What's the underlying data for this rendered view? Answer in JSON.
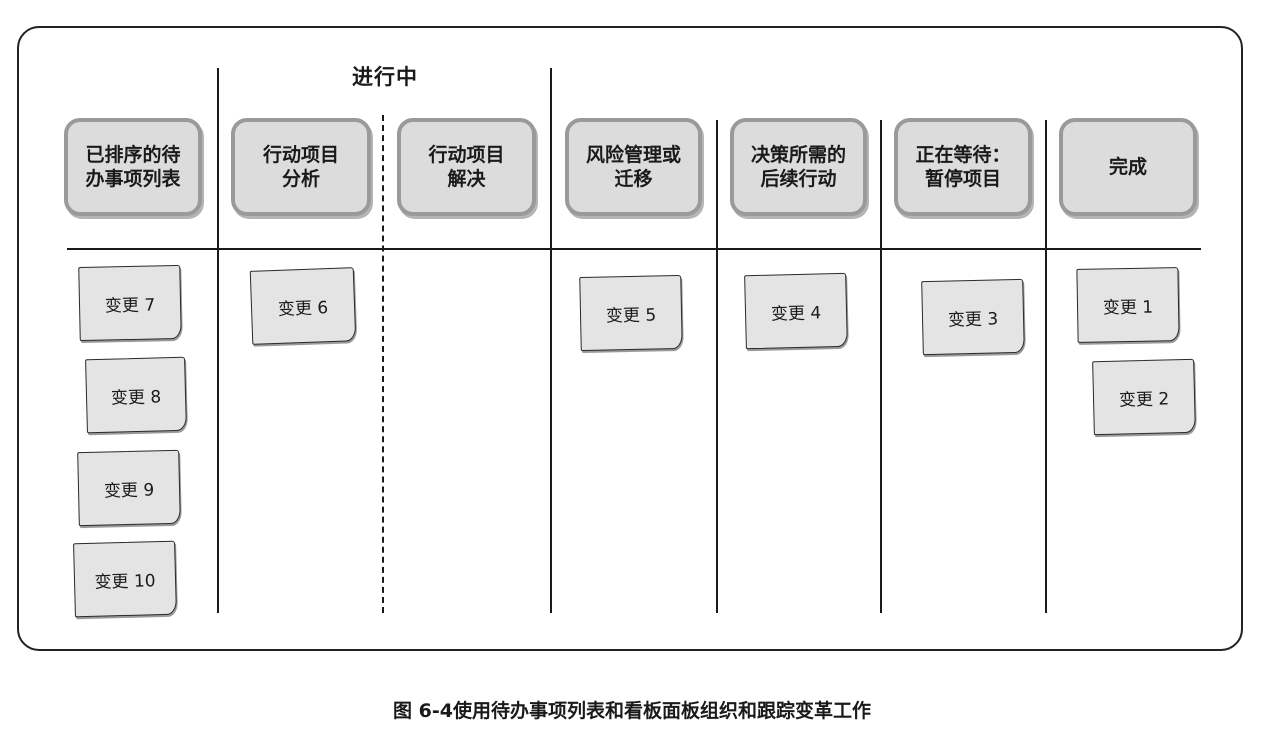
{
  "group_label": "进行中",
  "columns": [
    {
      "label": "已排序的待\n办事项列表"
    },
    {
      "label": "行动项目\n分析"
    },
    {
      "label": "行动项目\n解决"
    },
    {
      "label": "风险管理或\n迁移"
    },
    {
      "label": "决策所需的\n后续行动"
    },
    {
      "label": "正在等待：\n暂停项目"
    },
    {
      "label": "完成"
    }
  ],
  "cards": [
    {
      "label": "变更 7"
    },
    {
      "label": "变更 8"
    },
    {
      "label": "变更 9"
    },
    {
      "label": "变更 10"
    },
    {
      "label": "变更 6"
    },
    {
      "label": "变更 5"
    },
    {
      "label": "变更 4"
    },
    {
      "label": "变更 3"
    },
    {
      "label": "变更 1"
    },
    {
      "label": "变更 2"
    }
  ],
  "caption": "图 6-4使用待办事项列表和看板面板组织和跟踪变革工作"
}
